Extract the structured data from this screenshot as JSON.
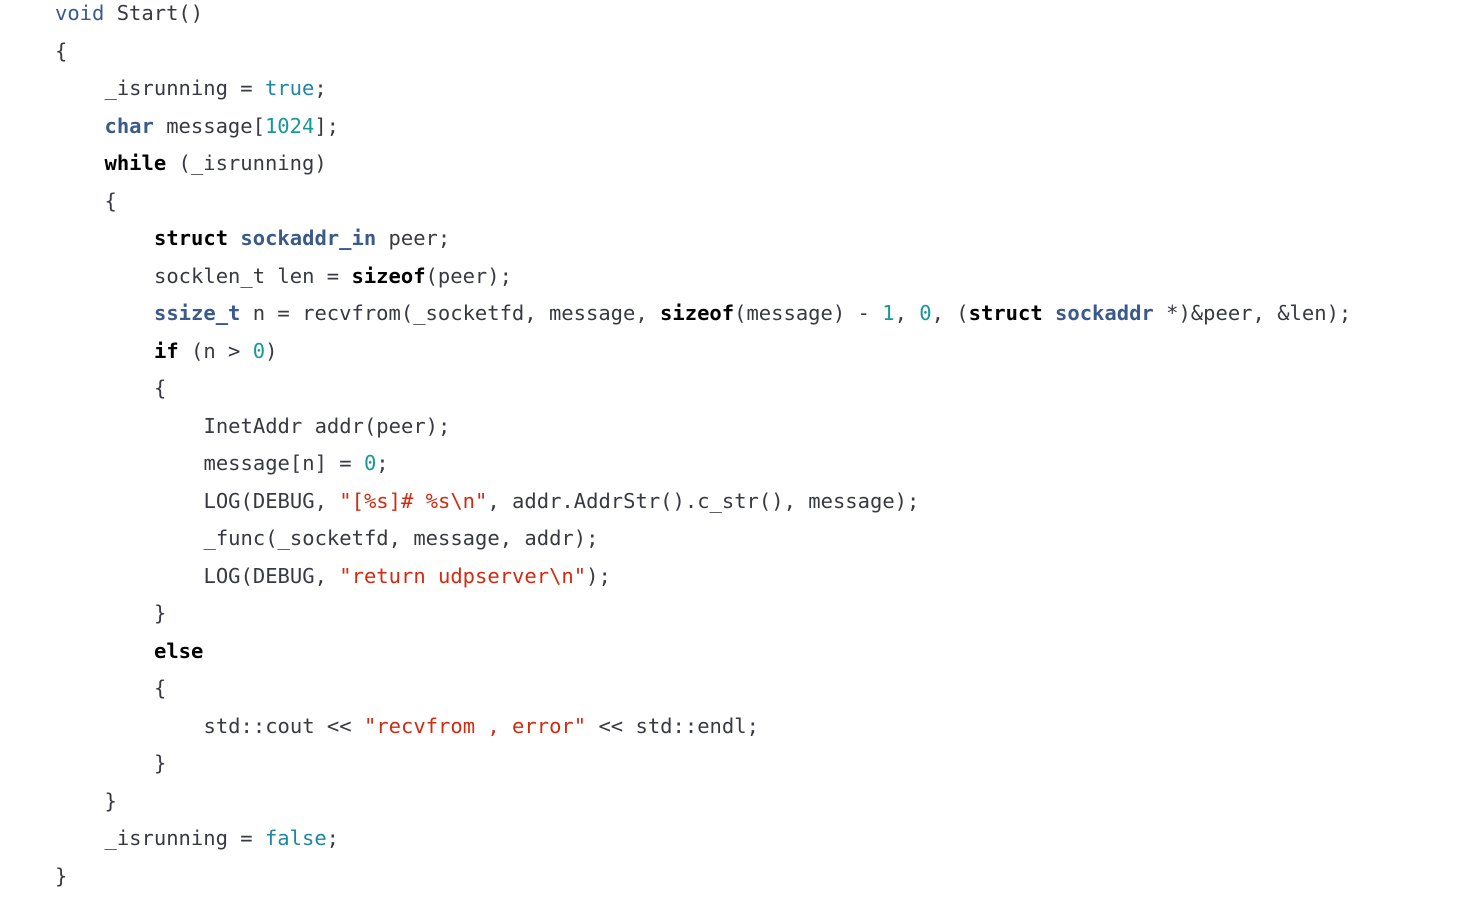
{
  "colors": {
    "background": "#ffffff",
    "plain": "#383a42",
    "keyword": "#000000",
    "type": "#3b5a8c",
    "literal": "#1e86a6",
    "number": "#17999a",
    "string": "#d12b11"
  },
  "code": {
    "lines": [
      {
        "indent": 0,
        "tokens": [
          {
            "k": "type",
            "t": "void"
          },
          {
            "k": "plain",
            "t": " Start()"
          }
        ]
      },
      {
        "indent": 0,
        "tokens": [
          {
            "k": "plain",
            "t": "{"
          }
        ]
      },
      {
        "indent": 1,
        "tokens": [
          {
            "k": "plain",
            "t": "_isrunning = "
          },
          {
            "k": "lit",
            "t": "true"
          },
          {
            "k": "plain",
            "t": ";"
          }
        ]
      },
      {
        "indent": 1,
        "tokens": [
          {
            "k": "type-b",
            "t": "char"
          },
          {
            "k": "plain",
            "t": " message["
          },
          {
            "k": "num",
            "t": "1024"
          },
          {
            "k": "plain",
            "t": "];"
          }
        ]
      },
      {
        "indent": 1,
        "tokens": [
          {
            "k": "kw",
            "t": "while"
          },
          {
            "k": "plain",
            "t": " (_isrunning)"
          }
        ]
      },
      {
        "indent": 1,
        "tokens": [
          {
            "k": "plain",
            "t": "{"
          }
        ]
      },
      {
        "indent": 2,
        "tokens": [
          {
            "k": "kw",
            "t": "struct"
          },
          {
            "k": "plain",
            "t": " "
          },
          {
            "k": "type-b",
            "t": "sockaddr_in"
          },
          {
            "k": "plain",
            "t": " peer;"
          }
        ]
      },
      {
        "indent": 2,
        "tokens": [
          {
            "k": "plain",
            "t": "socklen_t len = "
          },
          {
            "k": "kw",
            "t": "sizeof"
          },
          {
            "k": "plain",
            "t": "(peer);"
          }
        ]
      },
      {
        "indent": 2,
        "tokens": [
          {
            "k": "type-b",
            "t": "ssize_t"
          },
          {
            "k": "plain",
            "t": " n = recvfrom(_socketfd, message, "
          },
          {
            "k": "kw",
            "t": "sizeof"
          },
          {
            "k": "plain",
            "t": "(message) - "
          },
          {
            "k": "num",
            "t": "1"
          },
          {
            "k": "plain",
            "t": ", "
          },
          {
            "k": "num",
            "t": "0"
          },
          {
            "k": "plain",
            "t": ", ("
          },
          {
            "k": "kw",
            "t": "struct"
          },
          {
            "k": "plain",
            "t": " "
          },
          {
            "k": "type-b",
            "t": "sockaddr"
          },
          {
            "k": "plain",
            "t": " *)&peer, &len);"
          }
        ]
      },
      {
        "indent": 2,
        "tokens": [
          {
            "k": "kw",
            "t": "if"
          },
          {
            "k": "plain",
            "t": " (n > "
          },
          {
            "k": "num",
            "t": "0"
          },
          {
            "k": "plain",
            "t": ")"
          }
        ]
      },
      {
        "indent": 2,
        "tokens": [
          {
            "k": "plain",
            "t": "{"
          }
        ]
      },
      {
        "indent": 3,
        "tokens": [
          {
            "k": "plain",
            "t": "InetAddr addr(peer);"
          }
        ]
      },
      {
        "indent": 3,
        "tokens": [
          {
            "k": "plain",
            "t": "message[n] = "
          },
          {
            "k": "num",
            "t": "0"
          },
          {
            "k": "plain",
            "t": ";"
          }
        ]
      },
      {
        "indent": 3,
        "tokens": [
          {
            "k": "plain",
            "t": "LOG(DEBUG, "
          },
          {
            "k": "str",
            "t": "\"[%s]# %s\\n\""
          },
          {
            "k": "plain",
            "t": ", addr.AddrStr().c_str(), message);"
          }
        ]
      },
      {
        "indent": 3,
        "tokens": [
          {
            "k": "plain",
            "t": "_func(_socketfd, message, addr);"
          }
        ]
      },
      {
        "indent": 3,
        "tokens": [
          {
            "k": "plain",
            "t": "LOG(DEBUG, "
          },
          {
            "k": "str",
            "t": "\"return udpserver\\n\""
          },
          {
            "k": "plain",
            "t": ");"
          }
        ]
      },
      {
        "indent": 2,
        "tokens": [
          {
            "k": "plain",
            "t": "}"
          }
        ]
      },
      {
        "indent": 2,
        "tokens": [
          {
            "k": "kw",
            "t": "else"
          }
        ]
      },
      {
        "indent": 2,
        "tokens": [
          {
            "k": "plain",
            "t": "{"
          }
        ]
      },
      {
        "indent": 3,
        "tokens": [
          {
            "k": "plain",
            "t": "std::cout << "
          },
          {
            "k": "str",
            "t": "\"recvfrom , error\""
          },
          {
            "k": "plain",
            "t": " << std::endl;"
          }
        ]
      },
      {
        "indent": 2,
        "tokens": [
          {
            "k": "plain",
            "t": "}"
          }
        ]
      },
      {
        "indent": 1,
        "tokens": [
          {
            "k": "plain",
            "t": "}"
          }
        ]
      },
      {
        "indent": 1,
        "tokens": [
          {
            "k": "plain",
            "t": "_isrunning = "
          },
          {
            "k": "lit",
            "t": "false"
          },
          {
            "k": "plain",
            "t": ";"
          }
        ]
      },
      {
        "indent": 0,
        "tokens": [
          {
            "k": "plain",
            "t": "}"
          }
        ]
      }
    ]
  }
}
